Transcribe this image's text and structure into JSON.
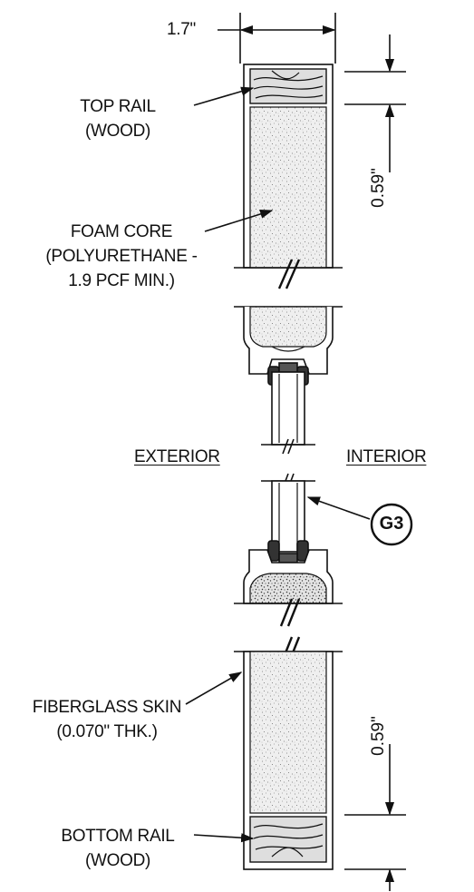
{
  "dimensions": {
    "width": "1.7\"",
    "top_height": "0.59\"",
    "bottom_height": "0.59\""
  },
  "labels": {
    "top_rail": [
      "TOP RAIL",
      "(WOOD)"
    ],
    "foam_core": [
      "FOAM CORE",
      "(POLYURETHANE -",
      "1.9 PCF MIN.)"
    ],
    "exterior": "EXTERIOR",
    "interior": "INTERIOR",
    "glazing_tag": "G3",
    "fiberglass_skin": [
      "FIBERGLASS SKIN",
      "(0.070\" THK.)"
    ],
    "bottom_rail": [
      "BOTTOM RAIL",
      "(WOOD)"
    ]
  },
  "colors": {
    "ink": "#111111",
    "foam": "#ececec",
    "wood": "#dcdcdc",
    "glass": "#ffffff"
  }
}
